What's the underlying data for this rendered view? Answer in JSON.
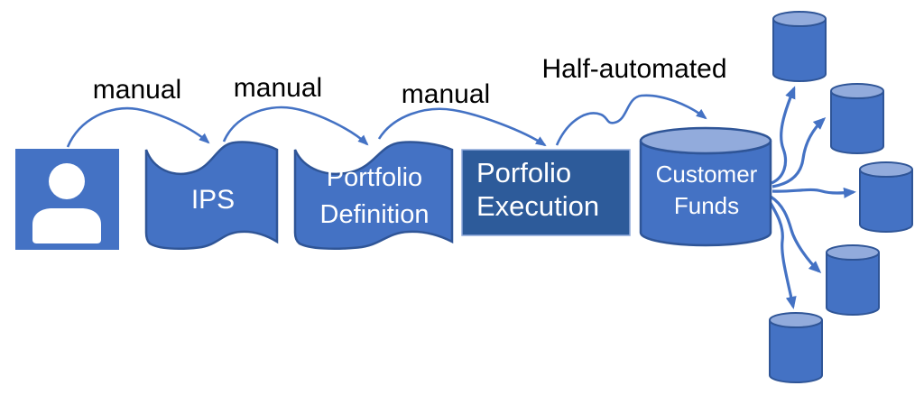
{
  "colors": {
    "shape_blue": "#4472c4",
    "shape_outline": "#2f5597",
    "execution_box_fill": "#2d5b9a",
    "execution_box_border": "#8faadc",
    "cylinder_top": "#92abdc",
    "arrow_blue": "#4472c4",
    "label_text": "#000000",
    "shape_text": "#ffffff",
    "background": "#ffffff"
  },
  "arrow_labels": {
    "person_to_ips": "manual",
    "ips_to_definition": "manual",
    "definition_to_execution": "manual",
    "execution_to_funds": "Half-automated"
  },
  "nodes": {
    "person": {
      "icon": "person-icon"
    },
    "ips": {
      "label": "IPS",
      "shape": "wave"
    },
    "portfolio_definition": {
      "line1": "Portfolio",
      "line2": "Definition",
      "shape": "wave"
    },
    "portfolio_execution": {
      "line1": "Porfolio",
      "line2": "Execution",
      "shape": "rectangle"
    },
    "customer_funds": {
      "line1": "Customer",
      "line2": "Funds",
      "shape": "cylinder"
    },
    "destination_databases": {
      "shape": "cylinder",
      "count": 5
    }
  }
}
